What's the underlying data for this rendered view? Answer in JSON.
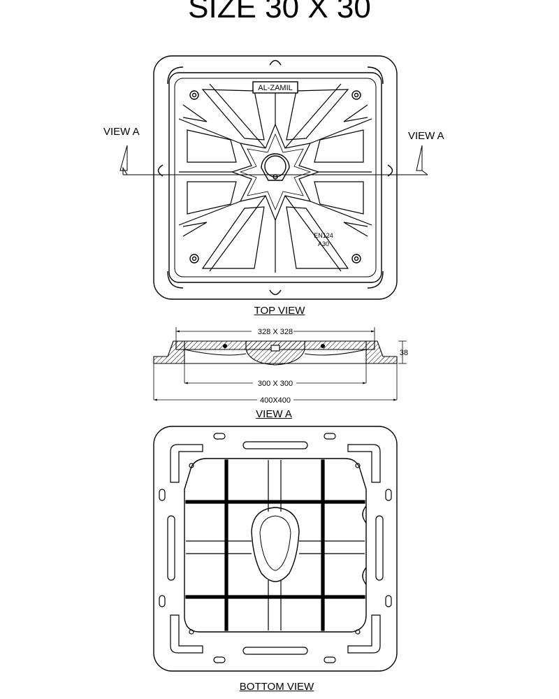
{
  "title": "SIZE 30 X 30",
  "top_view": {
    "caption": "TOP VIEW",
    "brand": "AL-ZAMIL",
    "standard": "EN124",
    "load_class": "A30",
    "section_label_left": "VIEW  A",
    "section_label_right": "VIEW  A"
  },
  "view_a": {
    "caption": "VIEW  A",
    "dim_top": "328 X 328",
    "dim_depth": "38",
    "dim_inner": "300 X 300",
    "dim_overall": "400X400"
  },
  "bottom_view": {
    "caption": "BOTTOM VIEW"
  },
  "colors": {
    "line": "#000000",
    "background": "#ffffff"
  }
}
